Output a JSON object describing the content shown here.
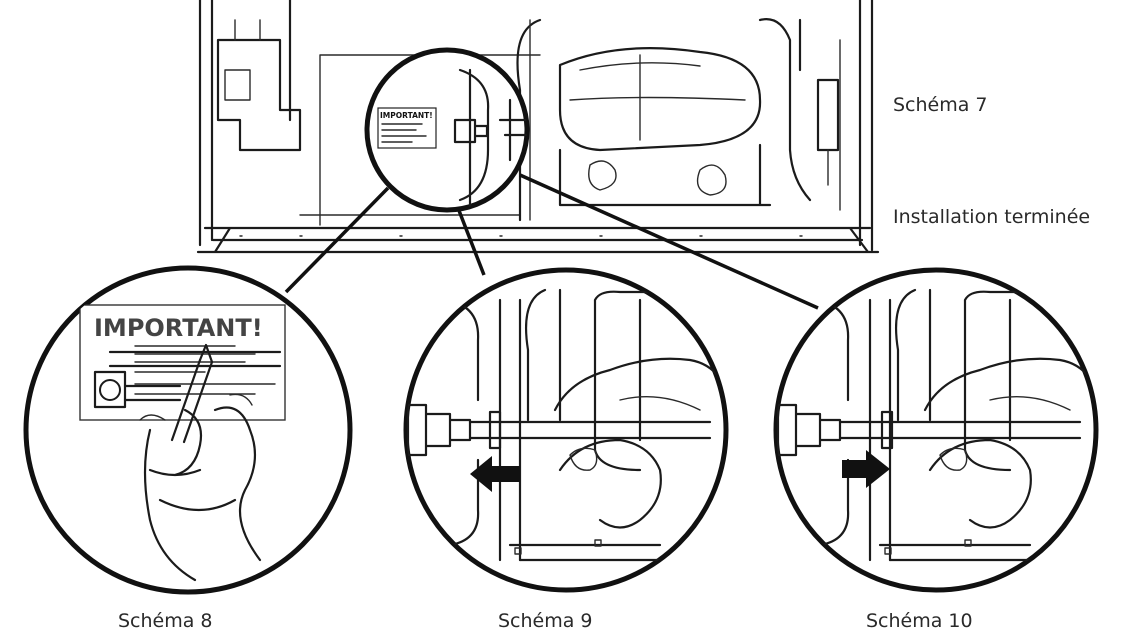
{
  "labels": {
    "diagram7": "Schéma 7",
    "installation_done": "Installation terminée",
    "diagram8": "Schéma 8",
    "diagram9": "Schéma 9",
    "diagram10": "Schéma 10"
  },
  "sticker": {
    "heading": "IMPORTANT!",
    "small_heading": "IMPORTANT!"
  },
  "arrows": {
    "diagram9": "left",
    "diagram10": "right"
  }
}
